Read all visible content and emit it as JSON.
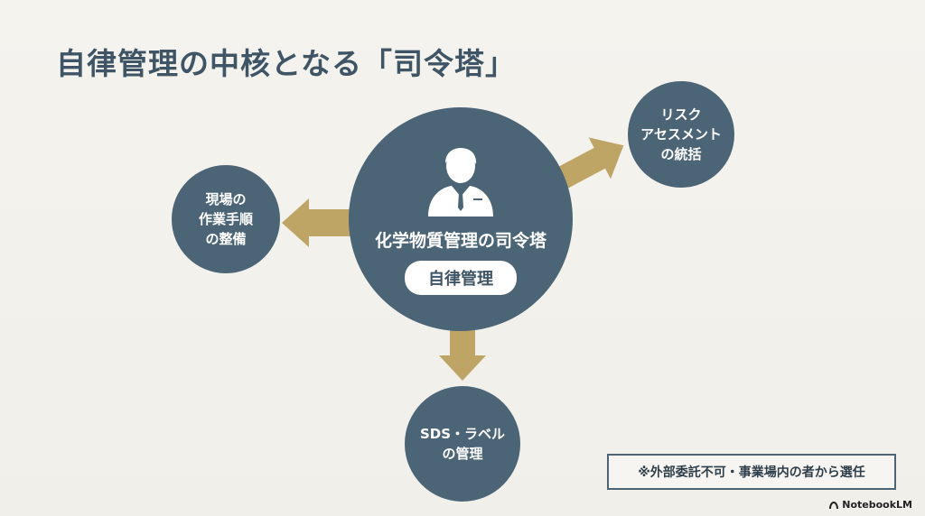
{
  "title": "自律管理の中核となる「司令塔」",
  "center": {
    "icon": "person-icon",
    "title": "化学物質管理の司令塔",
    "badge": "自律管理"
  },
  "satellites": {
    "left": {
      "line1": "現場の",
      "line2": "作業手順",
      "line3": "の整備"
    },
    "right": {
      "line1": "リスク",
      "line2": "アセスメント",
      "line3": "の統括"
    },
    "bottom": {
      "line1": "SDS・ラベル",
      "line2": "の管理"
    }
  },
  "note": "※外部委託不可・事業場内の者から選任",
  "brand": "NotebookLM",
  "colors": {
    "circle": "#4b6577",
    "arrow": "#bfa565",
    "title": "#3f5566",
    "background": "#f3f1ec"
  }
}
